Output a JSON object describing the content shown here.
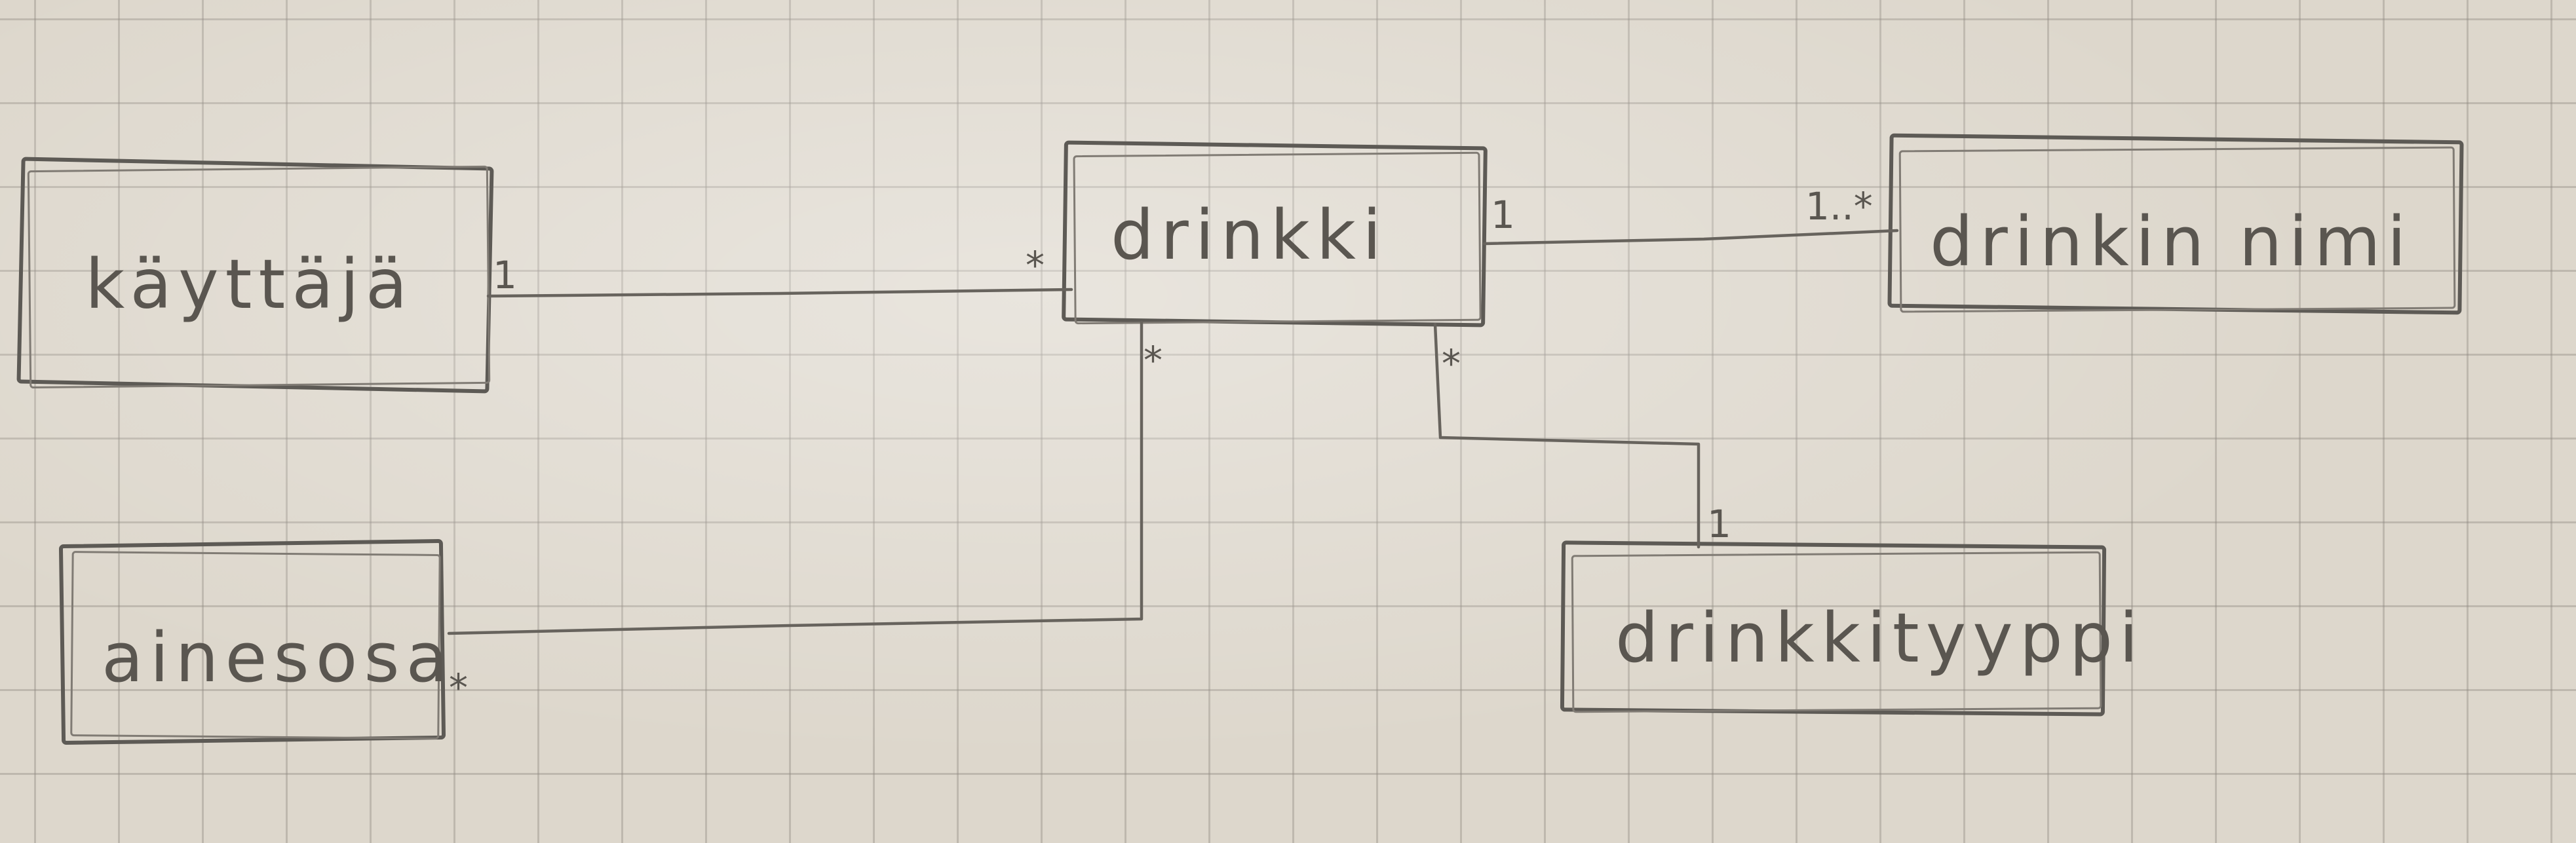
{
  "diagram": {
    "classes": [
      {
        "id": "kayttaja",
        "label": "käyttäjä"
      },
      {
        "id": "drinkki",
        "label": "drinkki"
      },
      {
        "id": "drinkin_nimi",
        "label": "drinkin nimi"
      },
      {
        "id": "aineosa",
        "label": "ainesosa"
      },
      {
        "id": "drinkkityyppi",
        "label": "drinkkityyppi"
      }
    ],
    "associations": [
      {
        "from": "kayttaja",
        "to": "drinkki",
        "from_mult": "1",
        "to_mult": "*"
      },
      {
        "from": "drinkki",
        "to": "drinkin_nimi",
        "from_mult": "1",
        "to_mult": "1..*"
      },
      {
        "from": "drinkki",
        "to": "aineosa",
        "from_mult": "*",
        "to_mult": "*"
      },
      {
        "from": "drinkki",
        "to": "drinkkityyppi",
        "from_mult": "*",
        "to_mult": "1"
      }
    ]
  }
}
